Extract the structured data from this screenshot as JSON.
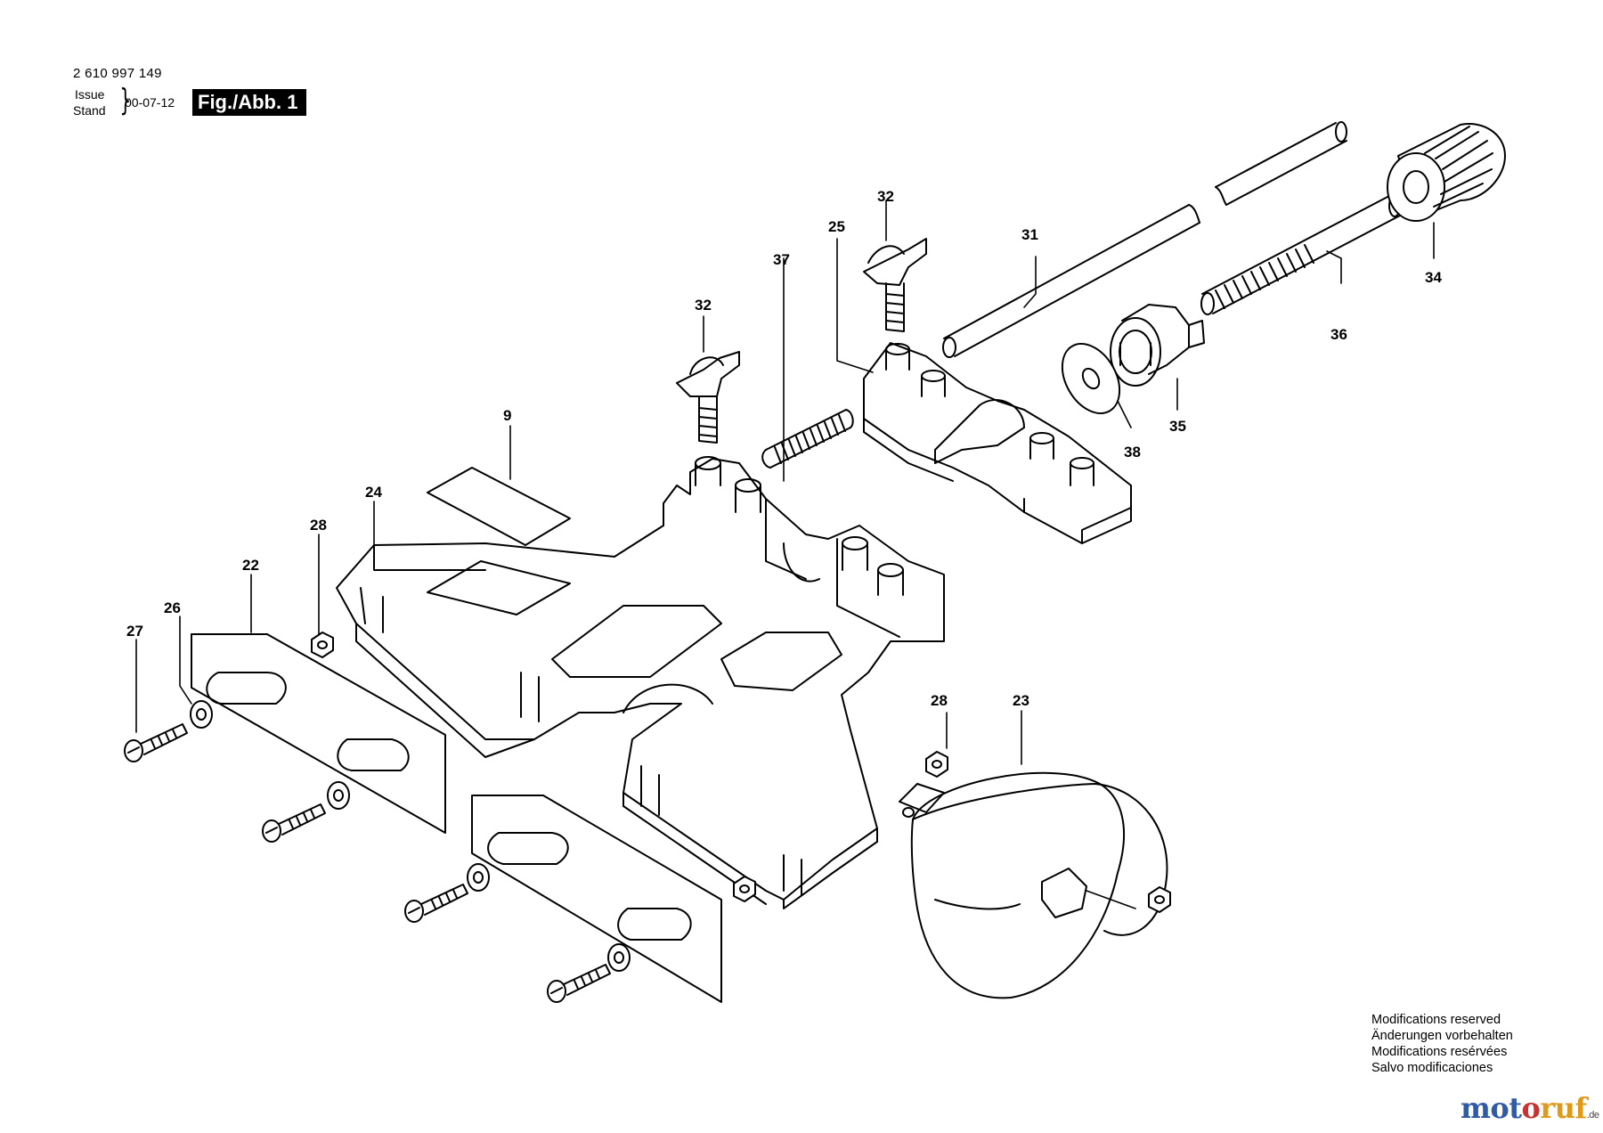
{
  "header": {
    "doc_number": "2 610 997 149",
    "issue_label": "Issue",
    "stand_label": "Stand",
    "issue_date": "00-07-12",
    "figure_label": "Fig./Abb. 1"
  },
  "callouts": {
    "p9": "9",
    "p22": "22",
    "p23": "23",
    "p24": "24",
    "p25": "25",
    "p26": "26",
    "p27": "27",
    "p28a": "28",
    "p28b": "28",
    "p31": "31",
    "p32a": "32",
    "p32b": "32",
    "p34": "34",
    "p35": "35",
    "p36": "36",
    "p37": "37",
    "p38": "38"
  },
  "notes": [
    "Modifications reserved",
    "Änderungen vorbehalten",
    "Modifications resérvées",
    "Salvo modificaciones"
  ],
  "watermark": {
    "part1": "mot",
    "part2": "o",
    "part3": "ruf",
    "suffix": ".de"
  }
}
